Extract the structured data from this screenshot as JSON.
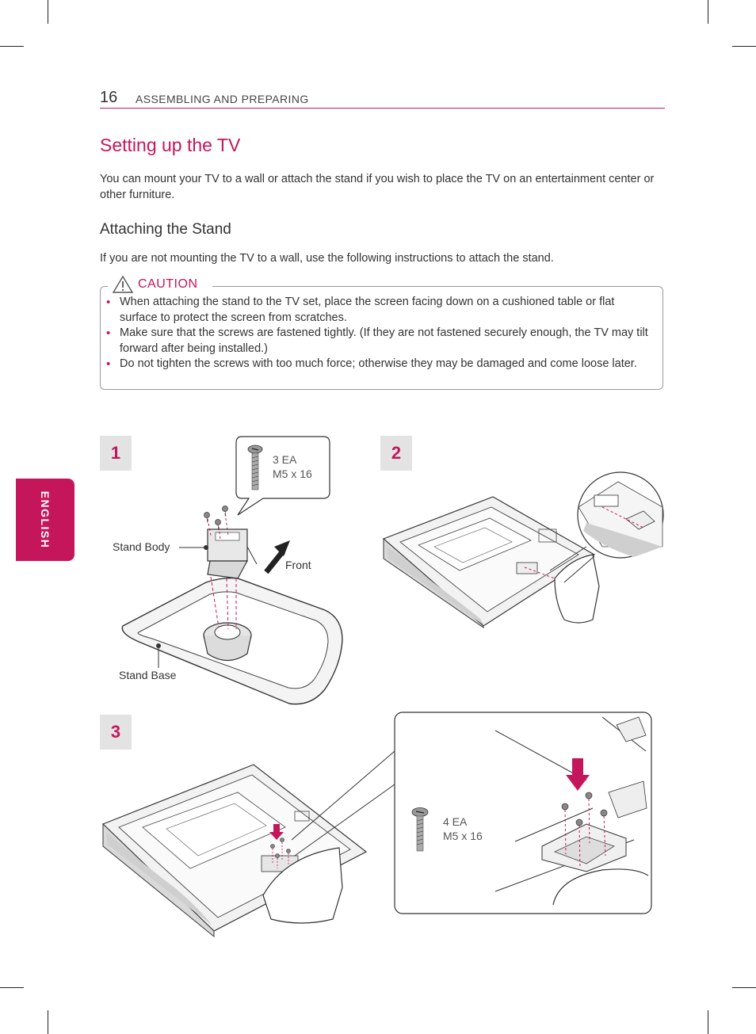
{
  "header": {
    "page_number": "16",
    "section": "ASSEMBLING AND PREPARING"
  },
  "side_tab": {
    "label": "ENGLISH"
  },
  "title": "Setting up the TV",
  "intro": "You can mount your TV to a wall or attach the stand if you wish to place the TV on an entertainment center or other furniture.",
  "subsection": {
    "title": "Attaching the Stand",
    "intro": "If you are not mounting the TV to a wall, use the following instructions to attach the stand."
  },
  "caution": {
    "label": "CAUTION",
    "items": [
      "When attaching the stand to the TV set, place the screen facing down on a cushioned table or flat surface to protect the screen from scratches.",
      "Make sure that the screws are fastened tightly. (If they are not fastened securely enough, the TV may tilt forward after being installed.)",
      "Do not tighten the screws with too much force; otherwise they may be damaged and come loose later."
    ]
  },
  "steps": [
    {
      "number": "1",
      "screw_qty": "3 EA",
      "screw_size": "M5 x 16",
      "labels": {
        "stand_body": "Stand Body",
        "stand_base": "Stand Base",
        "front": "Front"
      }
    },
    {
      "number": "2"
    },
    {
      "number": "3",
      "screw_qty": "4 EA",
      "screw_size": "M5 x 16"
    }
  ],
  "colors": {
    "accent": "#c5165c",
    "badge_bg": "#e3e3e3"
  }
}
